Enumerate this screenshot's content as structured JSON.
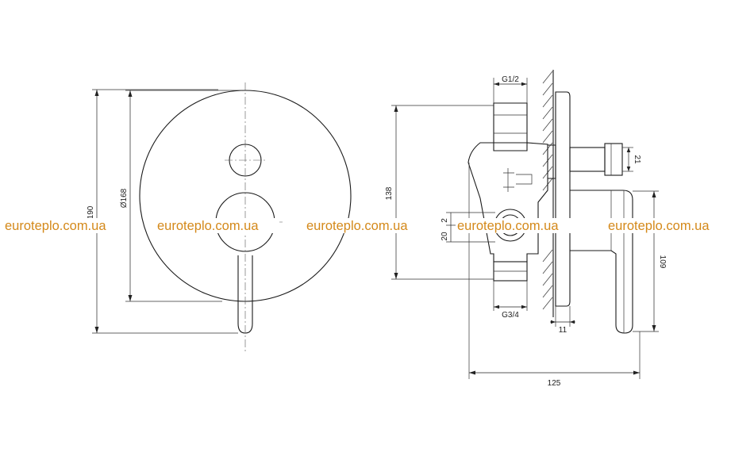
{
  "front_view": {
    "dims": {
      "overall_height": "190",
      "plate_diameter": "Ø168"
    }
  },
  "side_view": {
    "dims": {
      "inlet_thread_top": "G1/2",
      "height": "138",
      "outlet_thread": "21",
      "small_dim_a": "2",
      "small_dim_b": "20",
      "lever_offset": "109",
      "inlet_thread_bottom": "G3/4",
      "plate_thickness": "11",
      "overall_depth": "125"
    }
  },
  "watermark": {
    "text": "euroteplo.com.ua",
    "color": "#d4891a"
  }
}
